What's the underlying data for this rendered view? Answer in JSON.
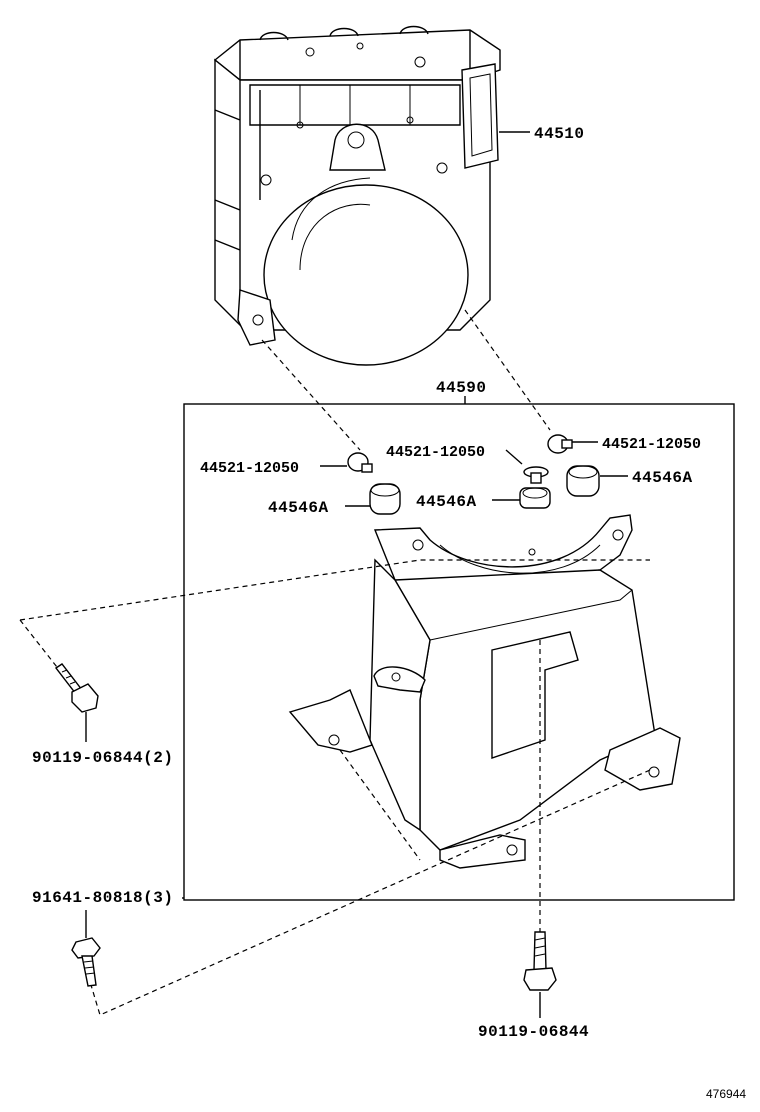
{
  "labels": {
    "actuator": "44510",
    "bracket_assembly": "44590",
    "cushion_left": "44521-12050",
    "cushion_center": "44521-12050",
    "cushion_right": "44521-12050",
    "grommet_left": "44546A",
    "grommet_center": "44546A",
    "grommet_right": "44546A",
    "bolt_upper": "90119-06844(2)",
    "bolt_flange": "91641-80818(3)",
    "bolt_bottom": "90119-06844"
  },
  "reference_number": "476944"
}
